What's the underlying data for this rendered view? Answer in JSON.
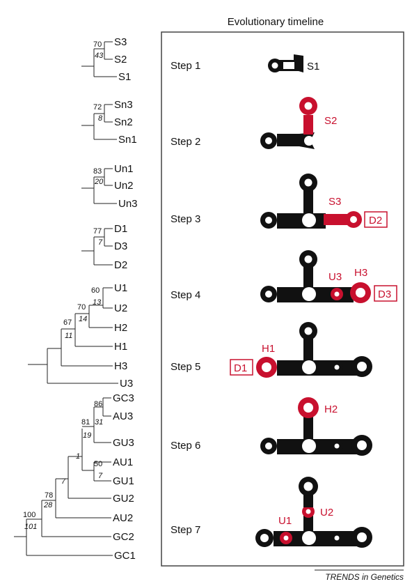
{
  "title": "Evolutionary timeline",
  "credit": "TRENDS in Genetics",
  "colors": {
    "accent": "#c8102e",
    "ink": "#111111",
    "frame": "#444444"
  },
  "trees": [
    {
      "labels": [
        "S3",
        "S2",
        "S1"
      ],
      "supports": [
        "70",
        "43"
      ]
    },
    {
      "labels": [
        "Sn3",
        "Sn2",
        "Sn1"
      ],
      "supports": [
        "72",
        "8"
      ]
    },
    {
      "labels": [
        "Un1",
        "Un2",
        "Un3"
      ],
      "supports": [
        "83",
        "20"
      ]
    },
    {
      "labels": [
        "D1",
        "D3",
        "D2"
      ],
      "supports": [
        "77",
        "7"
      ]
    },
    {
      "labels": [
        "U1",
        "U2",
        "H2",
        "H1",
        "H3",
        "U3"
      ],
      "supports": [
        "60",
        "13",
        "70",
        "14",
        "67",
        "11"
      ]
    },
    {
      "labels": [
        "GC3",
        "AU3",
        "GU3",
        "AU1",
        "GU1",
        "GU2",
        "AU2",
        "GC2",
        "GC1"
      ],
      "supports": [
        "86",
        "31",
        "81",
        "19",
        "50",
        "7",
        "1",
        "7",
        "78",
        "28",
        "100",
        "101"
      ]
    }
  ],
  "steps": [
    {
      "label": "Step 1",
      "tags": [
        "S1"
      ]
    },
    {
      "label": "Step 2",
      "tags": [
        "S2"
      ]
    },
    {
      "label": "Step 3",
      "tags": [
        "S3",
        "D2"
      ]
    },
    {
      "label": "Step 4",
      "tags": [
        "U3",
        "H3",
        "D3"
      ]
    },
    {
      "label": "Step 5",
      "tags": [
        "H1",
        "D1"
      ]
    },
    {
      "label": "Step 6",
      "tags": [
        "H2"
      ]
    },
    {
      "label": "Step 7",
      "tags": [
        "U1",
        "U2"
      ]
    }
  ]
}
